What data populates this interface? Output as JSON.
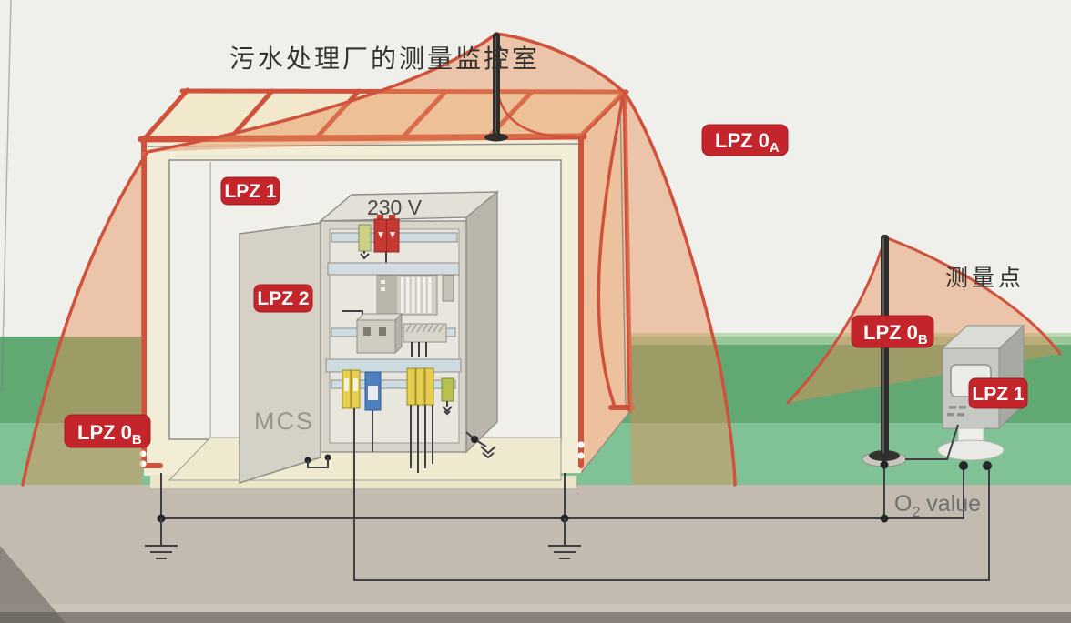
{
  "figure": {
    "title": "污水处理厂的测量监控室",
    "measuring_point_label": "测量点",
    "voltage_label": "230 V",
    "cabinet_label": "MCS",
    "o2": {
      "element": "O",
      "subscript": "2",
      "rest": " value"
    },
    "badges": {
      "lpz0a": {
        "main": "LPZ 0",
        "sub": "A"
      },
      "lpz0b_left": {
        "main": "LPZ 0",
        "sub": "B"
      },
      "lpz0b_right": {
        "main": "LPZ 0",
        "sub": "B"
      },
      "lpz1_building": "LPZ 1",
      "lpz2": "LPZ 2",
      "lpz1_sensor": "LPZ 1"
    },
    "colors": {
      "badge_red": "#c3252b",
      "outline_red": "#d0523c",
      "zone_fill": "#e78e58",
      "sky": "#eff0ec",
      "grass_upper": "#61a873",
      "grass_lower": "#80c295",
      "soil": "#c3bab0",
      "wall_cream": "#f2edd7",
      "roof_cream": "#f2e9cc",
      "cabinet_gray": "#d8d4ca"
    }
  }
}
